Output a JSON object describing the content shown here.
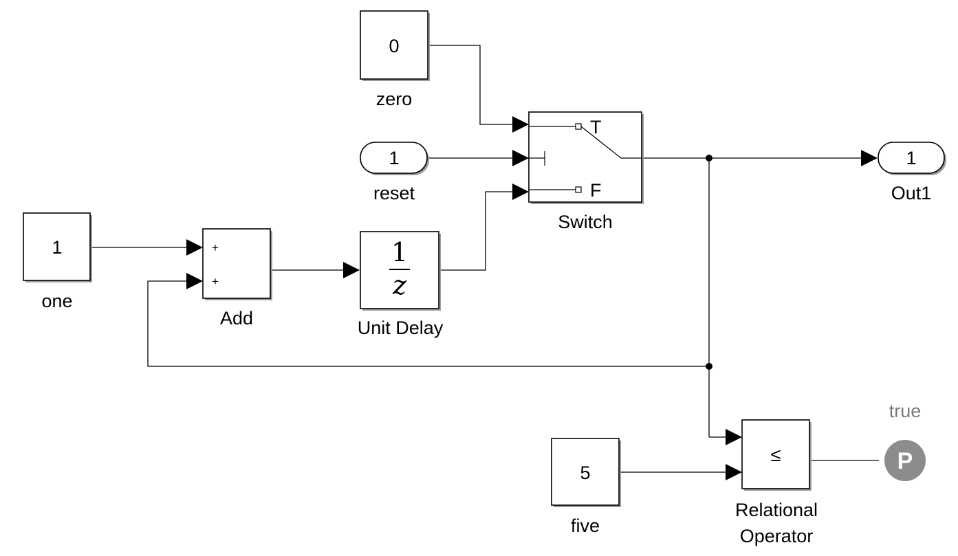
{
  "blocks": {
    "zero": {
      "value": "0",
      "name": "zero"
    },
    "reset": {
      "value": "1",
      "name": "reset"
    },
    "one": {
      "value": "1",
      "name": "one"
    },
    "add": {
      "name": "Add",
      "signs": [
        "+",
        "+"
      ]
    },
    "unit_delay": {
      "numerator": "1",
      "denominator": "z",
      "name": "Unit Delay"
    },
    "switch": {
      "name": "Switch",
      "true_port": "T",
      "false_port": "F"
    },
    "out1": {
      "value": "1",
      "name": "Out1"
    },
    "five": {
      "value": "5",
      "name": "five"
    },
    "relational_operator": {
      "op": "≤",
      "name_line1": "Relational",
      "name_line2": "Operator"
    },
    "proof": {
      "glyph": "P",
      "label": "true"
    }
  },
  "colors": {
    "line": "#000000",
    "block_shadow": "#9a9a9a",
    "proof_fill": "#8c8c8c",
    "muted_text": "#7a7a7a"
  }
}
